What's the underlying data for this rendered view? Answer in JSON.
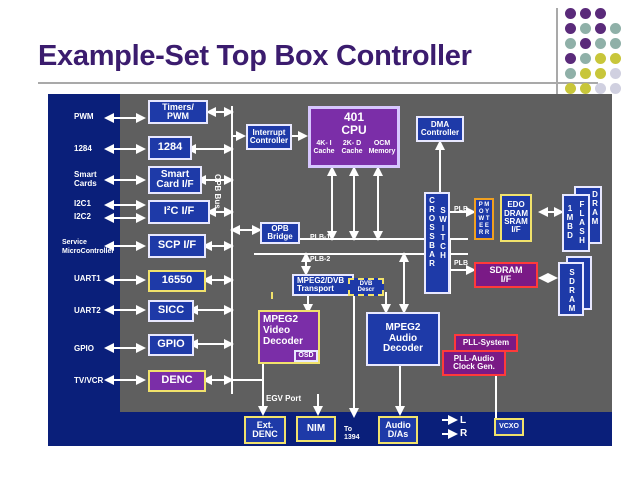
{
  "slide": {
    "title": "Example-Set Top Box Controller"
  },
  "decor": {
    "dot_colors": {
      "purple": "#5a2a7a",
      "teal": "#8fb0a8",
      "lime": "#c8c63a",
      "light": "#d0d0e0"
    }
  },
  "diagram": {
    "left_signals": [
      "PWM",
      "1284",
      "Smart\nCards",
      "I2C1",
      "I2C2",
      "Service\nMicroController",
      "UART1",
      "UART2",
      "GPIO",
      "TV/VCR"
    ],
    "peripherals": {
      "timers": "Timers/\nPWM",
      "b1284": "1284",
      "smartcard": "Smart\nCard I/F",
      "i2c": "I²C I/F",
      "scp": "SCP I/F",
      "uart16550": "16550",
      "sicc": "SICC",
      "gpio": "GPIO",
      "denc": "DENC"
    },
    "opb_bus": "OPB Bus",
    "interrupt": "Interrupt\nController",
    "cpu": {
      "title": "401\nCPU",
      "cache1": "4K- I\nCache",
      "cache2": "2K- D\nCache",
      "ocm": "OCM\nMemory"
    },
    "dma": "DMA\nController",
    "opb_bridge": "OPB\nBridge",
    "plb1": "PLB-1",
    "plb2": "PLB-2",
    "crossbar": "C\nR\nO\nS\nS\nB\nA\nR",
    "switch": "S\nW\nI\nT\nC\nH",
    "plb_a": "PLB",
    "plb_b": "PLB",
    "pm": "P M\nO Y\nW T\nE E\nR R",
    "edo": "EDO\nDRAM\nSRAM\nI/F",
    "flash": "1\nM\nB\nD",
    "flash2": "F\nL\nA\nS\nH",
    "dram": "D\nR\nA\nM",
    "sdram_if": "SDRAM\nI/F",
    "sdram_chips": "S\nD\nR\nA\nM",
    "transport": "MPEG2/DVB\nTransport",
    "dvb": "DVB\nDescr",
    "video": "MPEG2\nVideo\nDecoder",
    "osd": "OSD",
    "audio": "MPEG2\nAudio\nDecoder",
    "pll_sys": "PLL-System",
    "pll_audio": "PLL-Audio\nClock Gen.",
    "egv": "EGV Port",
    "ext_denc": "Ext.\nDENC",
    "nim": "NIM",
    "to1394": "To\n1394",
    "audio_das": "Audio\nD/As",
    "lr": "L\nR",
    "vcxo": "VCXO"
  }
}
